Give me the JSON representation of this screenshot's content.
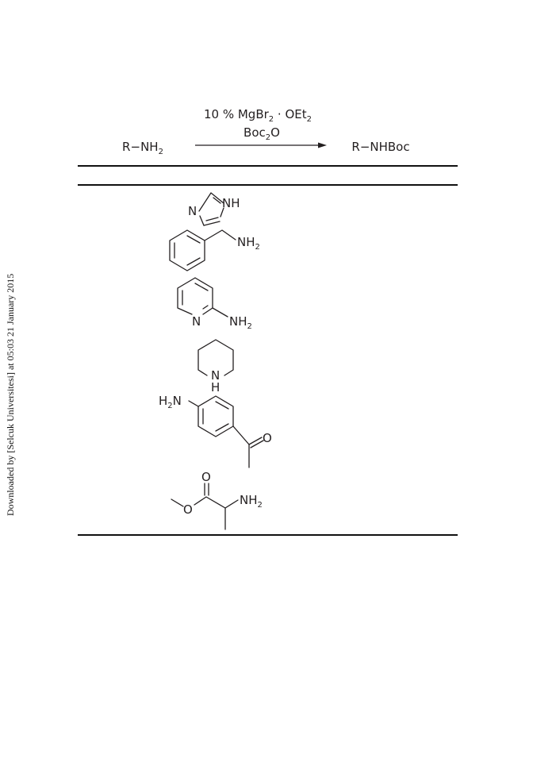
{
  "watermark": "Downloaded by [Selcuk Universitesi] at 05:03 21 January 2015",
  "scheme": {
    "reactant": "R-NH2",
    "reagent_line1": "10 % MgBr2 · OEt2",
    "reagent_line2": "Boc2O",
    "product": "R-NHBoc"
  },
  "table": {
    "substrates": [
      {
        "name": "imidazole",
        "labels": [
          "N",
          "NH"
        ]
      },
      {
        "name": "benzylamine",
        "labels": [
          "NH2"
        ]
      },
      {
        "name": "2-aminopyridine",
        "labels": [
          "N",
          "NH2"
        ]
      },
      {
        "name": "piperidine",
        "labels": [
          "N",
          "H"
        ]
      },
      {
        "name": "4-aminoacetophenone",
        "labels": [
          "H2N",
          "O"
        ]
      },
      {
        "name": "alanine methyl ester",
        "labels": [
          "O",
          "O",
          "NH2"
        ]
      }
    ]
  }
}
